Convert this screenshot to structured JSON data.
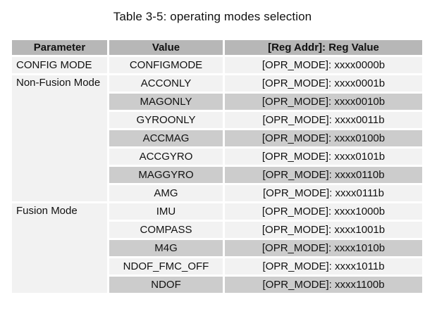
{
  "caption": "Table 3-5: operating modes selection",
  "table": {
    "headers": [
      "Parameter",
      "Value",
      "[Reg Addr]: Reg Value"
    ],
    "groups": [
      {
        "parameter": "CONFIG MODE",
        "rows": [
          {
            "value": "CONFIGMODE",
            "reg": "[OPR_MODE]: xxxx0000b"
          }
        ]
      },
      {
        "parameter": "Non-Fusion Mode",
        "rows": [
          {
            "value": "ACCONLY",
            "reg": "[OPR_MODE]: xxxx0001b"
          },
          {
            "value": "MAGONLY",
            "reg": "[OPR_MODE]: xxxx0010b"
          },
          {
            "value": "GYROONLY",
            "reg": "[OPR_MODE]: xxxx0011b"
          },
          {
            "value": "ACCMAG",
            "reg": "[OPR_MODE]: xxxx0100b"
          },
          {
            "value": "ACCGYRO",
            "reg": "[OPR_MODE]: xxxx0101b"
          },
          {
            "value": "MAGGYRO",
            "reg": "[OPR_MODE]: xxxx0110b"
          },
          {
            "value": "AMG",
            "reg": "[OPR_MODE]: xxxx0111b"
          }
        ]
      },
      {
        "parameter": "Fusion Mode",
        "rows": [
          {
            "value": "IMU",
            "reg": "[OPR_MODE]: xxxx1000b"
          },
          {
            "value": "COMPASS",
            "reg": "[OPR_MODE]: xxxx1001b"
          },
          {
            "value": "M4G",
            "reg": "[OPR_MODE]: xxxx1010b"
          },
          {
            "value": "NDOF_FMC_OFF",
            "reg": "[OPR_MODE]: xxxx1011b"
          },
          {
            "value": "NDOF",
            "reg": "[OPR_MODE]: xxxx1100b"
          }
        ]
      }
    ]
  },
  "colors": {
    "header_bg": "#b7b7b7",
    "row_light": "#f2f2f2",
    "row_dark": "#cccccc"
  }
}
